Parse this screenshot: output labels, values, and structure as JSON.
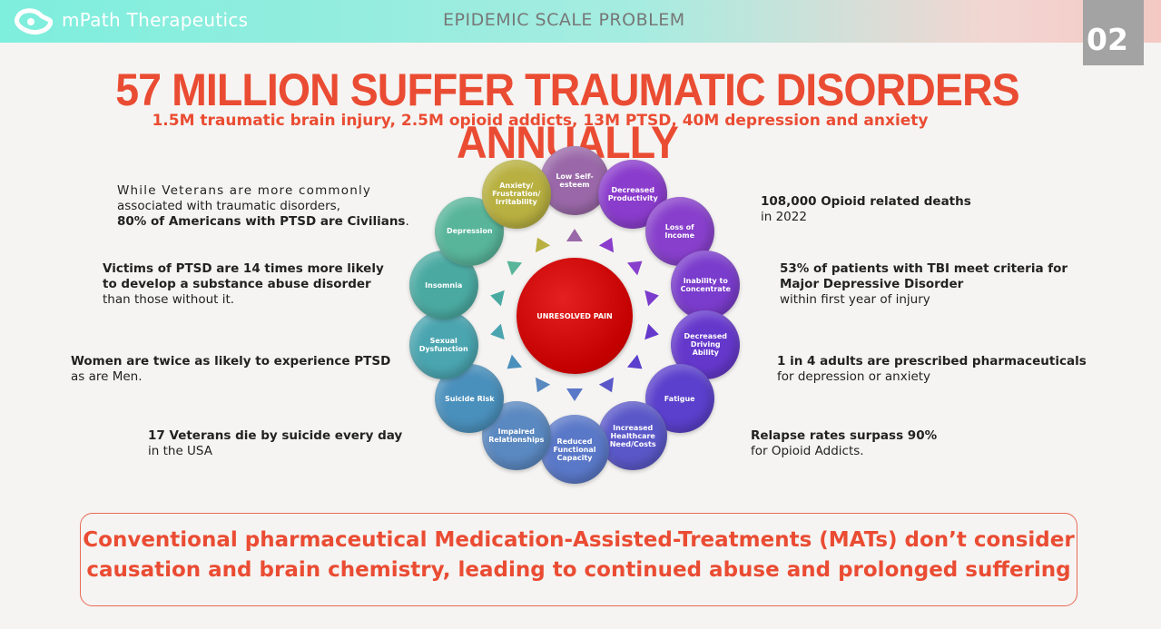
{
  "header": {
    "brand": "mPath Therapeutics",
    "section": "EPIDEMIC SCALE PROBLEM",
    "page_number": "02"
  },
  "title": "57 MILLION SUFFER TRAUMATIC DISORDERS ANNUALLY",
  "subtitle": "1.5M traumatic brain injury, 2.5M opioid addicts, 13M PTSD, 40M depression and anxiety",
  "left_facts": [
    {
      "line1": "While Veterans are more commonly",
      "line2": "associated with traumatic disorders,",
      "bold": "80% of Americans with PTSD are Civilians",
      "end": "."
    },
    {
      "bold1": "Victims of PTSD are 14 times more likely",
      "bold2": "to develop a substance abuse disorder",
      "normal": "than those without it."
    },
    {
      "bold": "Women are twice as likely to experience PTSD",
      "normal": "as are Men."
    },
    {
      "bold": "17 Veterans die by suicide every day",
      "normal": "in the USA"
    }
  ],
  "right_facts": [
    {
      "bold": "108,000 Opioid related deaths",
      "normal": "in  2022"
    },
    {
      "bold1": "53% of patients with TBI meet criteria for",
      "bold2": "Major Depressive Disorder",
      "normal": "within first year of injury"
    },
    {
      "bold": "1 in 4 adults are prescribed pharmaceuticals",
      "normal": "for depression or anxiety"
    },
    {
      "bold": "Relapse rates surpass 90%",
      "normal": "for Opioid Addicts."
    }
  ],
  "diagram": {
    "center": "UNRESOLVED PAIN",
    "nodes": [
      {
        "label": "Low Self-esteem",
        "color": "#9a68a8"
      },
      {
        "label": "Decreased Productivity",
        "color": "#8a3ccc"
      },
      {
        "label": "Loss of Income",
        "color": "#8840cc"
      },
      {
        "label": "Inability to Concentrate",
        "color": "#7a3ccc"
      },
      {
        "label": "Decreased Driving Ability",
        "color": "#6538cc"
      },
      {
        "label": "Fatigue",
        "color": "#5a40cc"
      },
      {
        "label": "Increased Healthcare Need/Costs",
        "color": "#5a58c8"
      },
      {
        "label": "Reduced Functional Capacity",
        "color": "#5a78c8"
      },
      {
        "label": "Impaired Relationships",
        "color": "#5a88c0"
      },
      {
        "label": "Suicide Risk",
        "color": "#4a90bc"
      },
      {
        "label": "Sexual Dysfunction",
        "color": "#4aa5b0"
      },
      {
        "label": "Insomnia",
        "color": "#4aaaa2"
      },
      {
        "label": "Depression",
        "color": "#58b59a"
      },
      {
        "label": "Anxiety/ Frustration/ Irritability",
        "color": "#b8b040"
      }
    ]
  },
  "callout": {
    "line1": "Conventional pharmaceutical Medication-Assisted-Treatments (MATs) don’t consider",
    "line2": "causation and brain chemistry, leading to continued abuse and prolonged suffering"
  }
}
